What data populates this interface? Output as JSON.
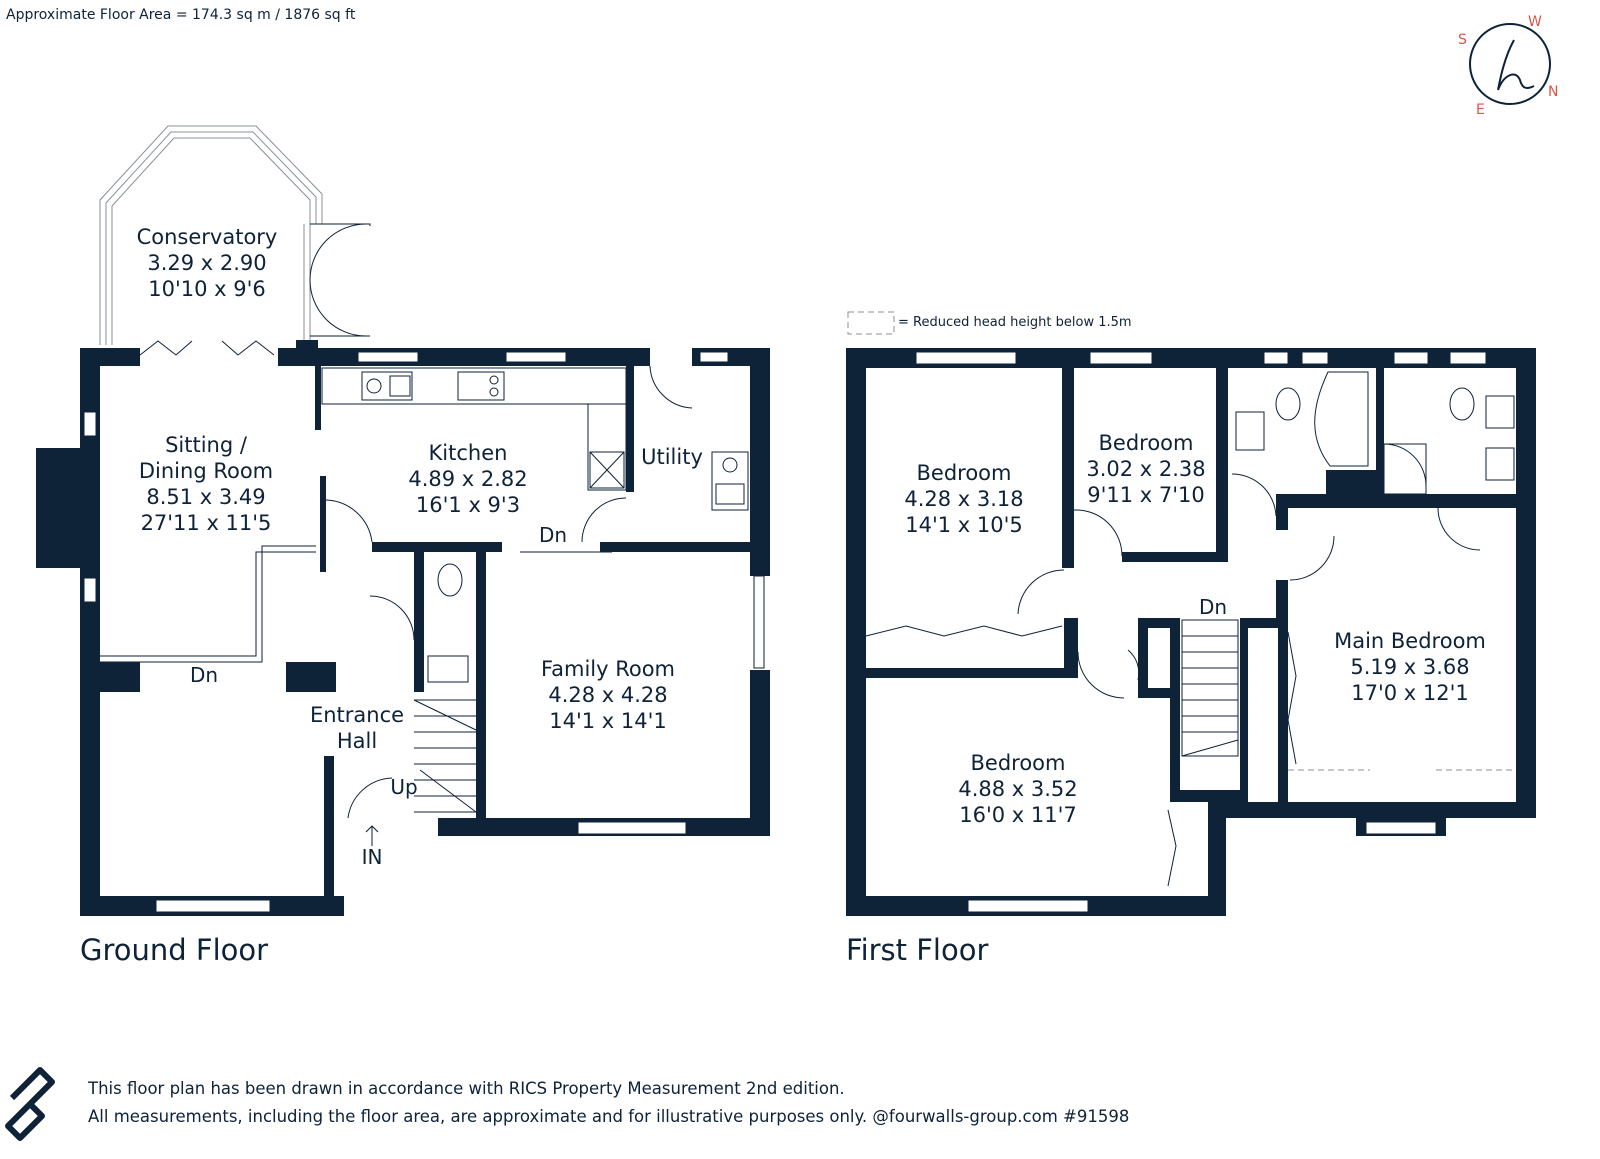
{
  "header": {
    "floor_area": "Approximate Floor Area = 174.3 sq m / 1876 sq ft"
  },
  "legend": {
    "reduced_head_height": "= Reduced head height below 1.5m"
  },
  "compass": {
    "south": "S",
    "west": "W",
    "north": "N",
    "east": "E"
  },
  "ground_floor": {
    "title": "Ground Floor",
    "rooms": {
      "conservatory": {
        "name": "Conservatory",
        "metric": "3.29 x 2.90",
        "imperial": "10'10 x 9'6"
      },
      "sitting": {
        "name_line1": "Sitting /",
        "name_line2": "Dining Room",
        "metric": "8.51 x 3.49",
        "imperial": "27'11 x 11'5"
      },
      "kitchen": {
        "name": "Kitchen",
        "metric": "4.89 x 2.82",
        "imperial": "16'1 x 9'3"
      },
      "utility": {
        "name": "Utility"
      },
      "family": {
        "name": "Family Room",
        "metric": "4.28 x 4.28",
        "imperial": "14'1 x 14'1"
      },
      "entrance": {
        "name_line1": "Entrance",
        "name_line2": "Hall"
      }
    },
    "labels": {
      "dn_sitting": "Dn",
      "dn_kitchen": "Dn",
      "up": "Up",
      "in": "IN"
    }
  },
  "first_floor": {
    "title": "First Floor",
    "rooms": {
      "bedroom_a": {
        "name": "Bedroom",
        "metric": "4.28 x 3.18",
        "imperial": "14'1 x 10'5"
      },
      "bedroom_b": {
        "name": "Bedroom",
        "metric": "3.02 x 2.38",
        "imperial": "9'11 x 7'10"
      },
      "bedroom_c": {
        "name": "Bedroom",
        "metric": "4.88 x 3.52",
        "imperial": "16'0 x 11'7"
      },
      "main_bedroom": {
        "name": "Main Bedroom",
        "metric": "5.19 x 3.68",
        "imperial": "17'0 x 12'1"
      }
    },
    "labels": {
      "dn_stairs": "Dn"
    }
  },
  "footer": {
    "line1": "This floor plan has been drawn in accordance with RICS Property Measurement 2nd edition.",
    "line2": "All measurements, including the floor area, are approximate and for illustrative purposes only. @fourwalls-group.com #91598"
  },
  "colors": {
    "wall": "#0e2238",
    "compass_letters": "#d9564a",
    "background": "#ffffff"
  },
  "icons": {
    "brand_logo": "fourwalls-logo-icon",
    "compass_logo": "compass-logo-icon"
  }
}
